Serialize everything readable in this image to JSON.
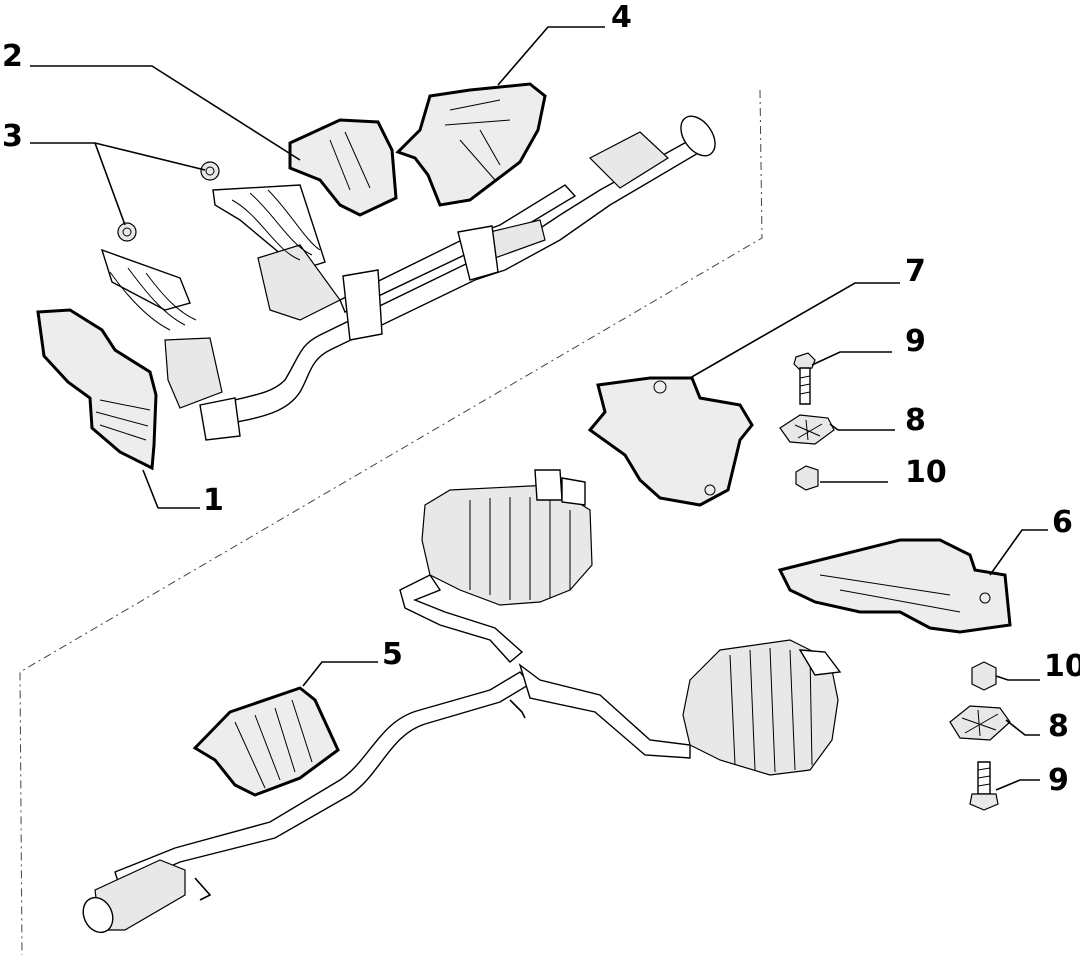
{
  "callouts": [
    {
      "id": "c1",
      "label": "1"
    },
    {
      "id": "c2",
      "label": "2"
    },
    {
      "id": "c3",
      "label": "3"
    },
    {
      "id": "c4",
      "label": "4"
    },
    {
      "id": "c5",
      "label": "5"
    },
    {
      "id": "c6",
      "label": "6"
    },
    {
      "id": "c7",
      "label": "7"
    },
    {
      "id": "c8a",
      "label": "8"
    },
    {
      "id": "c8b",
      "label": "8"
    },
    {
      "id": "c9a",
      "label": "9"
    },
    {
      "id": "c9b",
      "label": "9"
    },
    {
      "id": "c10a",
      "label": "10"
    },
    {
      "id": "c10b",
      "label": "10"
    }
  ]
}
